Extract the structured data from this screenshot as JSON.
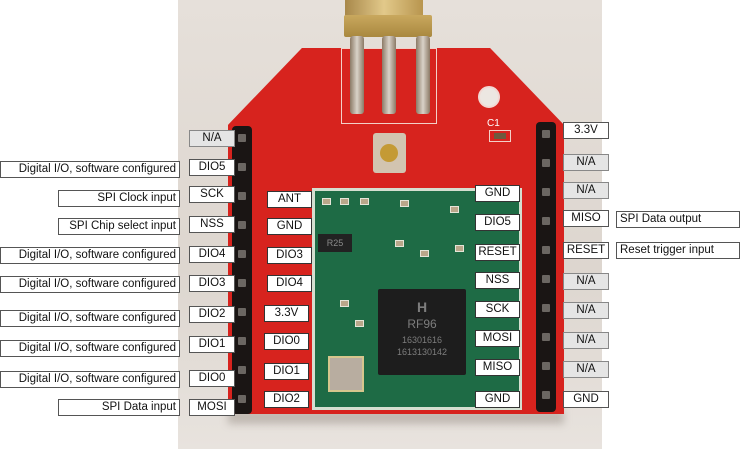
{
  "chip": {
    "logo": "H",
    "model": "RF96",
    "line1": "16301616",
    "line2": "1613130142",
    "resistor_label": "R25",
    "capacitor_label": "C1"
  },
  "left_header": [
    {
      "pin": "N/A",
      "desc": null,
      "na": true
    },
    {
      "pin": "DIO5",
      "desc": "Digital I/O, software configured"
    },
    {
      "pin": "SCK",
      "desc": "SPI Clock input"
    },
    {
      "pin": "NSS",
      "desc": "SPI Chip select input"
    },
    {
      "pin": "DIO4",
      "desc": "Digital I/O, software configured"
    },
    {
      "pin": "DIO3",
      "desc": "Digital I/O, software configured"
    },
    {
      "pin": "DIO2",
      "desc": "Digital I/O, software configured"
    },
    {
      "pin": "DIO1",
      "desc": "Digital I/O, software configured"
    },
    {
      "pin": "DIO0",
      "desc": "Digital I/O, software configured"
    },
    {
      "pin": "MOSI",
      "desc": "SPI Data input"
    }
  ],
  "module_left": [
    "ANT",
    "GND",
    "DIO3",
    "DIO4",
    "3.3V",
    "DIO0",
    "DIO1",
    "DIO2"
  ],
  "module_right": [
    "GND",
    "DIO5",
    "RESET",
    "NSS",
    "SCK",
    "MOSI",
    "MISO",
    "GND"
  ],
  "right_header": [
    {
      "pin": "3.3V",
      "desc": null
    },
    {
      "pin": "N/A",
      "desc": null,
      "na": true
    },
    {
      "pin": "N/A",
      "desc": null,
      "na": true
    },
    {
      "pin": "MISO",
      "desc": "SPI Data output"
    },
    {
      "pin": "RESET",
      "desc": "Reset trigger input"
    },
    {
      "pin": "N/A",
      "desc": null,
      "na": true
    },
    {
      "pin": "N/A",
      "desc": null,
      "na": true
    },
    {
      "pin": "N/A",
      "desc": null,
      "na": true
    },
    {
      "pin": "N/A",
      "desc": null,
      "na": true
    },
    {
      "pin": "GND",
      "desc": null
    }
  ]
}
